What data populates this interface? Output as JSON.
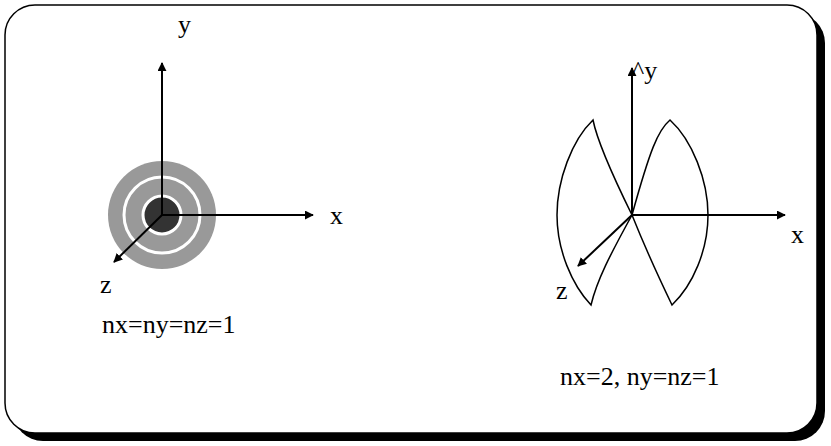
{
  "diagram": {
    "labels": [
      "y",
      "x",
      "z",
      "nx=ny=nz=1",
      "^y",
      "x",
      "z",
      "nx=2, ny=nz=1"
    ]
  }
}
